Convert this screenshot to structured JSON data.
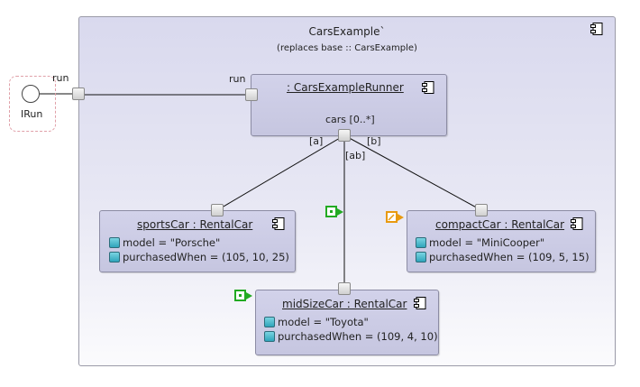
{
  "outer": {
    "title": "CarsExample`",
    "subtitle": "(replaces base :: CarsExample)"
  },
  "interface": {
    "label": "IRun",
    "port_label": "run"
  },
  "runner": {
    "name": ": CarsExampleRunner",
    "run_label": "run",
    "port_label": "cars [0..*]"
  },
  "connectors": {
    "a": "[a]",
    "ab": "[ab]",
    "b": "[b]"
  },
  "parts": [
    {
      "name": "sportsCar : RentalCar",
      "attrs": [
        "model = \"Porsche\"",
        "purchasedWhen = (105, 10, 25)"
      ]
    },
    {
      "name": "midSizeCar : RentalCar",
      "attrs": [
        "model = \"Toyota\"",
        "purchasedWhen = (109, 4, 10)"
      ]
    },
    {
      "name": "compactCar : RentalCar",
      "attrs": [
        "model = \"MiniCooper\"",
        "purchasedWhen = (109, 5, 15)"
      ]
    }
  ],
  "colors": {
    "new_marker": "#22aa22",
    "modified_marker": "#e89a10",
    "box_fill": "#c8c8e2"
  },
  "icons": {
    "component": "component-icon",
    "attribute": "attribute-icon",
    "new": "added-element-icon",
    "modified": "modified-element-icon"
  }
}
